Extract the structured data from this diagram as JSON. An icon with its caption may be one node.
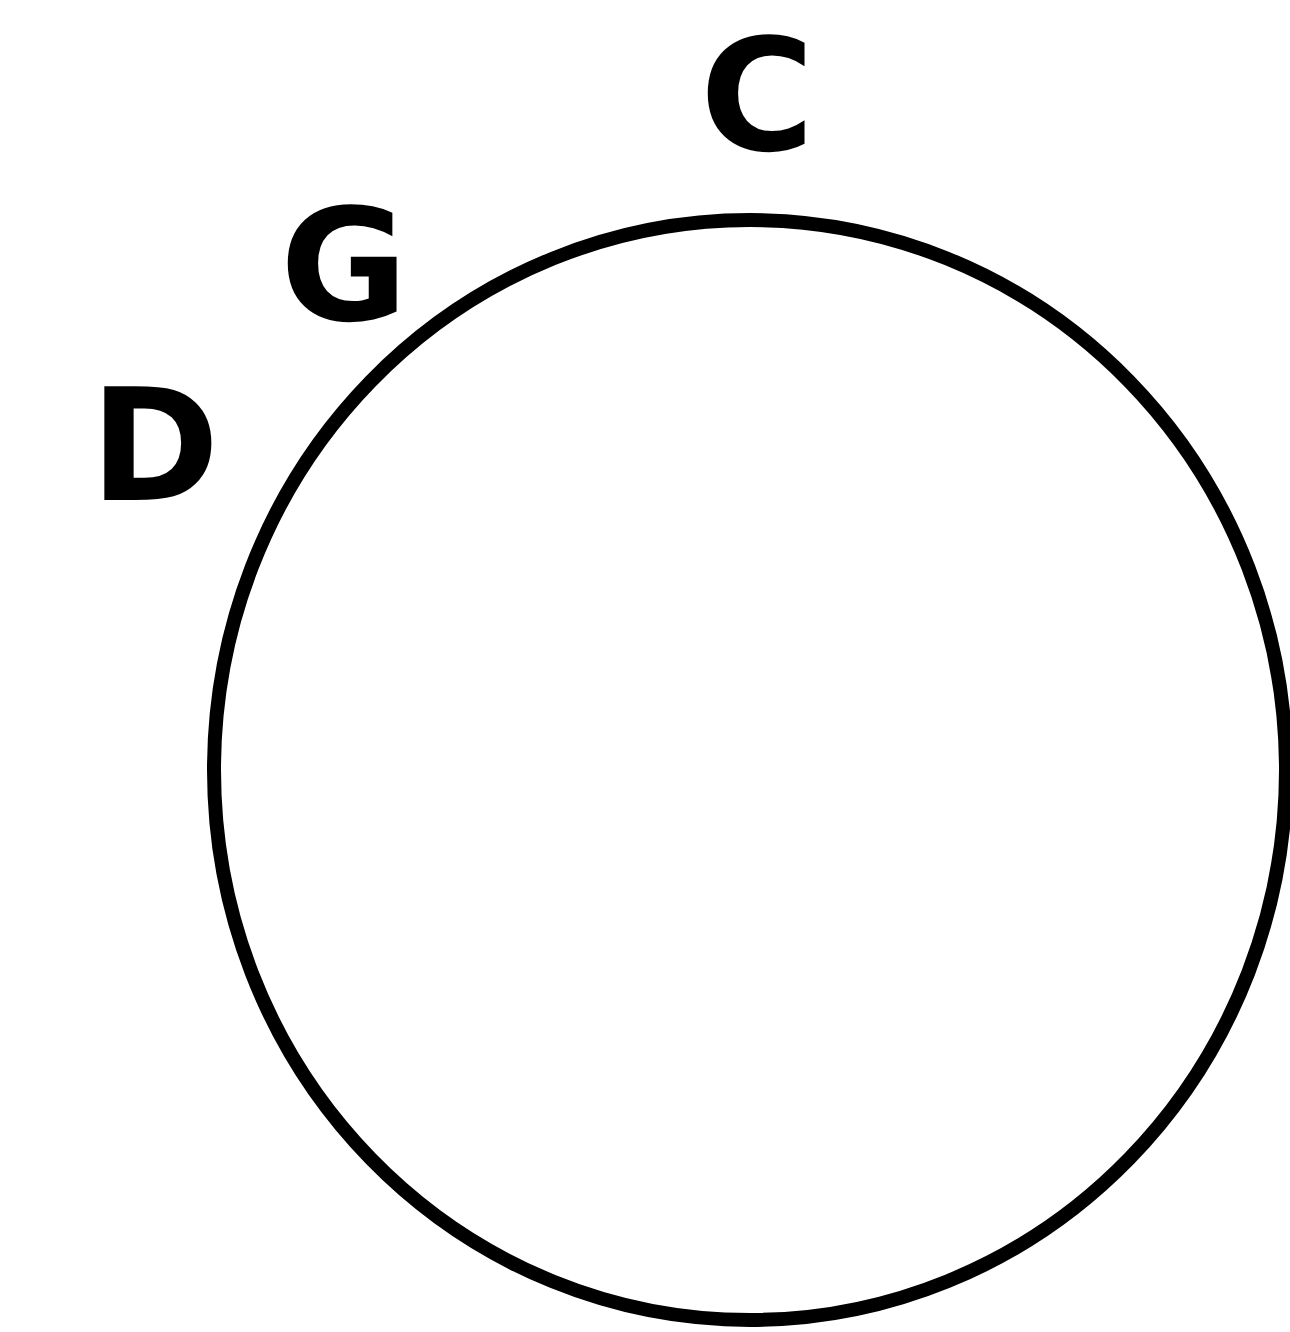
{
  "diagram": {
    "labels": [
      "C",
      "G",
      "D"
    ]
  }
}
